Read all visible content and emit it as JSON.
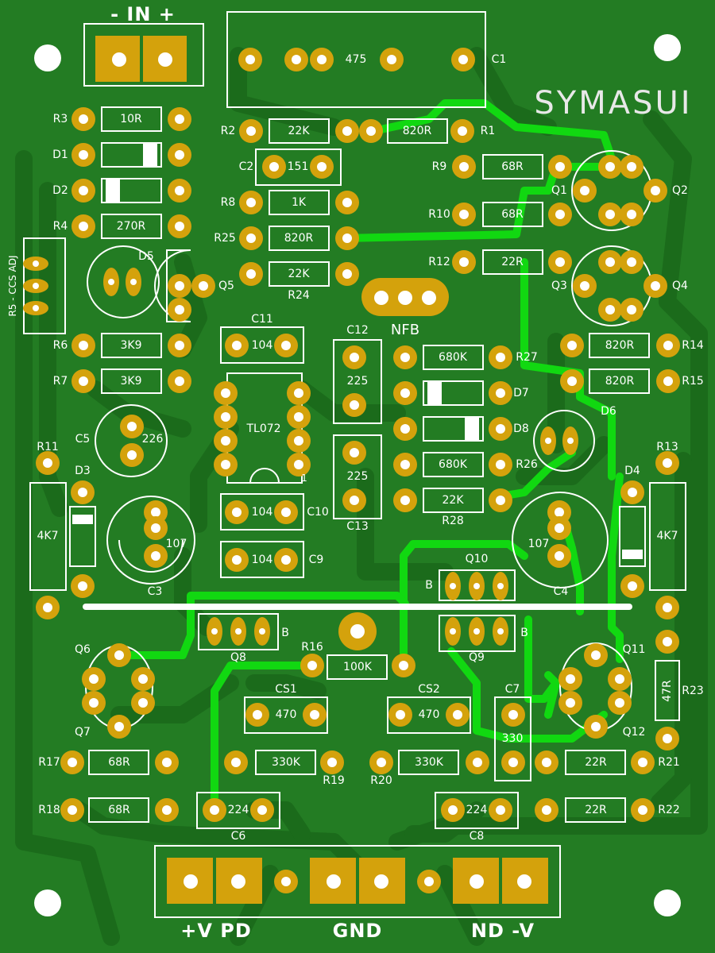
{
  "board": {
    "brand": "SYMASUI",
    "input_label": "- IN +",
    "nfb_label": "NFB",
    "ic_label": "TL072",
    "ic_pin1": "1",
    "adj_label": "R5 - CCS ADJ",
    "out_pos": "+V PD",
    "out_gnd": "GND",
    "out_neg": "ND -V",
    "beta_mark": "B"
  },
  "resistors": [
    {
      "ref": "R3",
      "value": "10R"
    },
    {
      "ref": "R4",
      "value": "270R"
    },
    {
      "ref": "R2",
      "value": "22K"
    },
    {
      "ref": "R1",
      "value": "820R"
    },
    {
      "ref": "R8",
      "value": "1K"
    },
    {
      "ref": "R25",
      "value": "820R"
    },
    {
      "ref": "R24",
      "value": "22K"
    },
    {
      "ref": "R9",
      "value": "68R"
    },
    {
      "ref": "R10",
      "value": "68R"
    },
    {
      "ref": "R12",
      "value": "22R"
    },
    {
      "ref": "R6",
      "value": "3K9"
    },
    {
      "ref": "R7",
      "value": "3K9"
    },
    {
      "ref": "R27",
      "value": "680K"
    },
    {
      "ref": "R26",
      "value": "680K"
    },
    {
      "ref": "R28",
      "value": "22K"
    },
    {
      "ref": "R14",
      "value": "820R"
    },
    {
      "ref": "R15",
      "value": "820R"
    },
    {
      "ref": "R11",
      "value": "4K7"
    },
    {
      "ref": "R13",
      "value": "4K7"
    },
    {
      "ref": "R16",
      "value": "100K"
    },
    {
      "ref": "R23",
      "value": "47R"
    },
    {
      "ref": "R17",
      "value": "68R"
    },
    {
      "ref": "R18",
      "value": "68R"
    },
    {
      "ref": "R19",
      "value": "330K"
    },
    {
      "ref": "R20",
      "value": "330K"
    },
    {
      "ref": "R21",
      "value": "22R"
    },
    {
      "ref": "R22",
      "value": "22R"
    }
  ],
  "capacitors": [
    {
      "ref": "C1",
      "value": "475"
    },
    {
      "ref": "C2",
      "value": "151"
    },
    {
      "ref": "C11",
      "value": "104"
    },
    {
      "ref": "C12",
      "value": "225"
    },
    {
      "ref": "C13",
      "value": "225"
    },
    {
      "ref": "C10",
      "value": "104"
    },
    {
      "ref": "C9",
      "value": "104"
    },
    {
      "ref": "C5",
      "value": "226"
    },
    {
      "ref": "C3",
      "value": "107"
    },
    {
      "ref": "C4",
      "value": "107"
    },
    {
      "ref": "CS1",
      "value": "470"
    },
    {
      "ref": "CS2",
      "value": "470"
    },
    {
      "ref": "C7",
      "value": "330"
    },
    {
      "ref": "C6",
      "value": "224"
    },
    {
      "ref": "C8",
      "value": "224"
    }
  ],
  "semis": [
    "Q1",
    "Q2",
    "Q3",
    "Q4",
    "Q5",
    "Q6",
    "Q7",
    "Q8",
    "Q9",
    "Q10",
    "Q11",
    "Q12",
    "D1",
    "D2",
    "D3",
    "D4",
    "D5",
    "D6",
    "D7",
    "D8"
  ],
  "colors": {
    "board": "#237c23",
    "trace_dark": "#1b6b1b",
    "trace_bright": "#11d811",
    "pad": "#d4a20c",
    "silk": "#ffffff"
  }
}
